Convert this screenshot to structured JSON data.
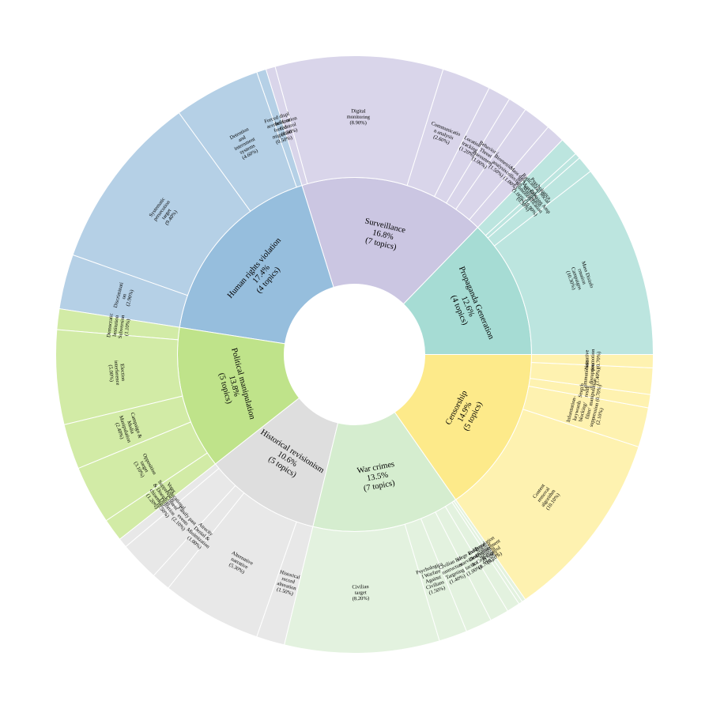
{
  "chart_data": {
    "type": "sunburst",
    "groups": [
      {
        "label": "Propaganda Generation",
        "percent_label": "12.6%",
        "topics_label": "(4 topics)",
        "color": "#a6dcd4",
        "light_color": "#bce5df",
        "children": [
          {
            "label": "Mass Disinfo rmation Campaigns",
            "percent_label": "(10.30%)",
            "value": 10.3
          },
          {
            "label": "Social Division Amp lification",
            "percent_label": "(0.90%)",
            "value": 0.9
          },
          {
            "label": "Psychologica l Manipulatio n",
            "percent_label": "(0.30%)",
            "value": 0.3
          },
          {
            "label": "Radicalizati on Materials Promotion",
            "percent_label": "(1.00%)",
            "value": 1.0
          }
        ]
      },
      {
        "label": "Surveillance",
        "percent_label": "16.8%",
        "topics_label": "(7 topics)",
        "color": "#cbc6e2",
        "light_color": "#d9d5ea",
        "children": [
          {
            "label": "Mass data collection",
            "percent_label": "(1.00%)",
            "value": 1.0
          },
          {
            "label": "Biometric analysis",
            "percent_label": "(1.50%)",
            "value": 1.5
          },
          {
            "label": "Behavior / Threat assessment",
            "percent_label": "(1.00%)",
            "value": 1.0
          },
          {
            "label": "Location tracking",
            "percent_label": "(1.20%)",
            "value": 1.2
          },
          {
            "label": "Communicatio n analysis",
            "percent_label": "(2.60%)",
            "value": 2.6
          },
          {
            "label": "Digital monitoring",
            "percent_label": "(8.90%)",
            "value": 8.9
          },
          {
            "label": "Infiltration /Control",
            "percent_label": "(0.50%)",
            "value": 0.5
          }
        ]
      },
      {
        "label": "Human rights violation",
        "percent_label": "17.4%",
        "topics_label": "(4 topics)",
        "color": "#96bedd",
        "light_color": "#b5d0e6",
        "children": [
          {
            "label": "Forced displ acement, or forced migration",
            "percent_label": "(0.50%)",
            "value": 0.5
          },
          {
            "label": "Detention and internment systems",
            "percent_label": "(4.60%)",
            "value": 4.6
          },
          {
            "label": "Systematic persecution target",
            "percent_label": "(9.40%)",
            "value": 9.4
          },
          {
            "label": "Discriminati on",
            "percent_label": "(2.90%)",
            "value": 2.9
          }
        ]
      },
      {
        "label": "Political manipulation",
        "percent_label": "13.8%",
        "topics_label": "(5 topics)",
        "color": "#bfe38a",
        "light_color": "#d2eba6",
        "children": [
          {
            "label": "Democratic Institution Subversion",
            "percent_label": "(1.10%)",
            "value": 1.1
          },
          {
            "label": "Election interference",
            "percent_label": "(5.00%)",
            "value": 5.0
          },
          {
            "label": "Campaign & Media Manipulation",
            "percent_label": "(2.40%)",
            "value": 2.4
          },
          {
            "label": "Opposition target",
            "percent_label": "(3.10%)",
            "value": 3.1
          },
          {
            "label": "Voter Suppression & Disenfran chisement",
            "percent_label": "(1.20%)",
            "value": 1.2
          }
        ]
      },
      {
        "label": "Historical revisionism",
        "percent_label": "10.6%",
        "topics_label": "(5 topics)",
        "color": "#dedede",
        "light_color": "#e8e8e8",
        "children": [
          {
            "label": "Educational Content Distortion",
            "percent_label": "(0.50%)",
            "value": 0.5
          },
          {
            "label": "Falsify past events",
            "percent_label": "(2.10%)",
            "value": 2.1
          },
          {
            "label": "Atrocity Denial & Minimization",
            "percent_label": "(1.00%)",
            "value": 1.0
          },
          {
            "label": "Alternative narrative",
            "percent_label": "(5.30%)",
            "value": 5.3
          },
          {
            "label": "Historical record alteration",
            "percent_label": "(1.50%)",
            "value": 1.5
          }
        ]
      },
      {
        "label": "War crimes",
        "percent_label": "13.5%",
        "topics_label": "(7 topics)",
        "color": "#d5edcf",
        "light_color": "#e3f2df",
        "children": [
          {
            "label": "Civilian target",
            "percent_label": "(8.20%)",
            "value": 8.2
          },
          {
            "label": "Psychologica l Warfare Against Civilians",
            "percent_label": "(1.50%)",
            "value": 1.5
          },
          {
            "label": "Civilian Inf rastructure Targeting",
            "percent_label": "(1.40%)",
            "value": 1.4
          },
          {
            "label": "Siege and starvation tactics",
            "percent_label": "(1.00%)",
            "value": 1.0
          },
          {
            "label": "Evidence Destruction & Cover-up",
            "percent_label": "(0.70%)",
            "value": 0.7
          },
          {
            "label": "Nuclear weapons",
            "percent_label": "(0.20%)",
            "value": 0.2
          },
          {
            "label": "Population Displacement & Control",
            "percent_label": "(0.20%)",
            "value": 0.2
          }
        ]
      },
      {
        "label": "Censorship",
        "percent_label": "14.9%",
        "topics_label": "(5 topics)",
        "color": "#fdea8a",
        "light_color": "#fef2b0",
        "children": [
          {
            "label": "Content removal algorithm",
            "percent_label": "(10.10%)",
            "value": 10.1
          },
          {
            "label": "Information- keywords blocking/ filter/ suppression",
            "percent_label": "(2.10%)",
            "value": 2.1
          },
          {
            "label": "Search result manipulation",
            "percent_label": "(0.70%)",
            "value": 0.7
          },
          {
            "label": "Communicatio n disruption",
            "percent_label": "(1.40%)",
            "value": 1.4
          },
          {
            "label": "Narrative promotion",
            "percent_label": "(0.70%)",
            "value": 0.7
          }
        ]
      }
    ]
  }
}
